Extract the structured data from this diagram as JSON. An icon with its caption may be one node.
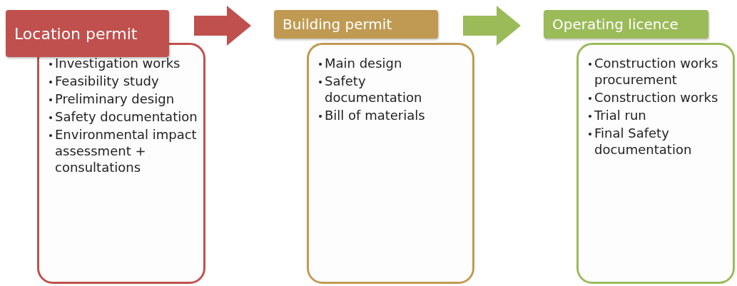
{
  "diagram": {
    "nodes": [
      {
        "text": [
          "Location permit"
        ]
      },
      {
        "text": [
          "Investigation works",
          "Feasibility study",
          "Preliminary design",
          "Safety documentation",
          "Environmental impact assessment + consultations"
        ]
      },
      {
        "text": [
          "Building permit"
        ]
      },
      {
        "text": [
          "Main design",
          "Safety documentation",
          "Bill of materials"
        ]
      },
      {
        "text": [
          "Operating licence"
        ]
      },
      {
        "text": [
          "Construction works procurement",
          "Construction works",
          "Trial run",
          "Final Safety documentation"
        ]
      }
    ],
    "edges": [
      {
        "from": 0,
        "to": 2,
        "arrow": "to",
        "style": "thick",
        "color": "#c0504d"
      },
      {
        "from": 2,
        "to": 4,
        "arrow": "to",
        "style": "thick",
        "color": "#9bbb59"
      }
    ]
  }
}
